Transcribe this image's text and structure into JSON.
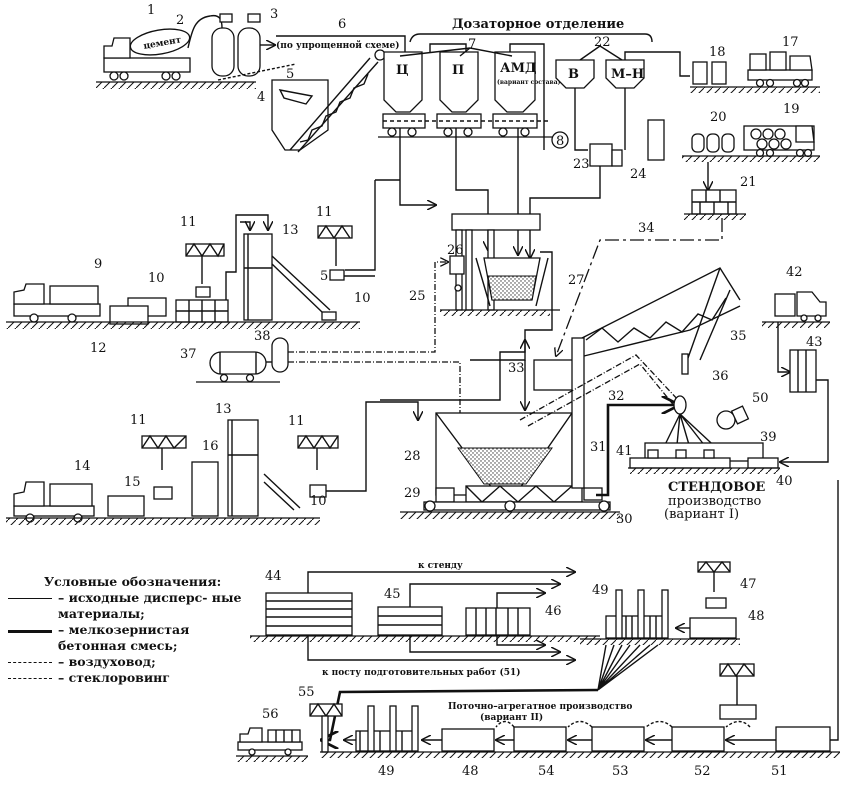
{
  "figure": {
    "section_title": "Дозаторное отделение",
    "simplified_scheme_note": "(по упрощенной схеме)",
    "cement_label": "цемент",
    "hopper_labels": [
      "Ц",
      "П",
      "АМД",
      "В",
      "М–Н"
    ],
    "amd_note": "(вариант состава)",
    "stand_production": {
      "line1": "СТЕНДОВОЕ",
      "line2": "производство",
      "line3": "(вариант I)"
    },
    "flow_production": {
      "line1": "Поточно–агрегатное производство",
      "line2": "(вариант II)"
    },
    "to_stand": "к стенду",
    "to_prep_post": "к посту подготовительных работ (51)",
    "callouts": [
      "1",
      "2",
      "3",
      "4",
      "5",
      "6",
      "7",
      "8",
      "9",
      "10",
      "11",
      "12",
      "13",
      "14",
      "15",
      "16",
      "17",
      "18",
      "19",
      "20",
      "21",
      "22",
      "23",
      "24",
      "25",
      "26",
      "27",
      "28",
      "29",
      "30",
      "31",
      "32",
      "33",
      "34",
      "35",
      "36",
      "37",
      "38",
      "39",
      "40",
      "41",
      "42",
      "43",
      "44",
      "45",
      "46",
      "47",
      "48",
      "49",
      "50",
      "51",
      "52",
      "53",
      "54",
      "55",
      "56"
    ]
  },
  "legend": {
    "title": "Условные обозначения:",
    "items": [
      {
        "line_style": "thin-solid",
        "text": "– исходные дисперс- ные материалы;"
      },
      {
        "line_style": "thick-solid",
        "text": "– мелкозернистая бетонная смесь;"
      },
      {
        "line_style": "dash-dot-air",
        "text": "– воздуховод;"
      },
      {
        "line_style": "dash-dot",
        "text": "– стеклоровинг"
      }
    ]
  }
}
